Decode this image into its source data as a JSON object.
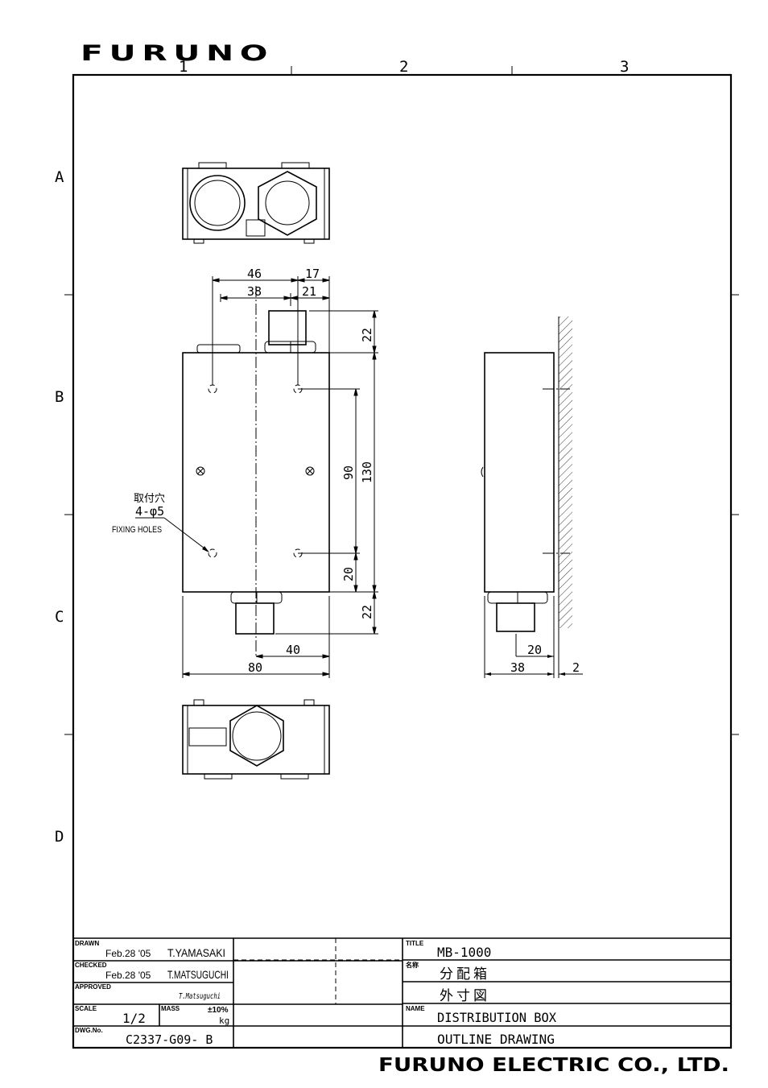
{
  "header": {
    "logo": "FURUNO",
    "columns": [
      "1",
      "2",
      "3"
    ],
    "rows": [
      "A",
      "B",
      "C",
      "D"
    ]
  },
  "dimensions": {
    "top_46": "46",
    "top_17": "17",
    "top_38": "38",
    "top_21": "21",
    "right_22_top": "22",
    "right_130": "130",
    "right_90": "90",
    "right_20": "20",
    "right_22_bottom": "22",
    "bottom_40": "40",
    "bottom_80": "80",
    "side_20": "20",
    "side_38": "38",
    "side_2": "2"
  },
  "fixing_holes": {
    "jp_label": "取付穴",
    "spec": "4-φ5",
    "en_label": "FIXING HOLES"
  },
  "title_block": {
    "drawn_label": "DRAWN",
    "drawn_date": "Feb.28 '05",
    "drawn_name": "T.YAMASAKI",
    "checked_label": "CHECKED",
    "checked_date": "Feb.28 '05",
    "checked_name": "T.MATSUGUCHI",
    "approved_label": "APPROVED",
    "approved_sign": "T.Matsuguchi",
    "scale_label": "SCALE",
    "scale_value": "1/2",
    "mass_label": "MASS",
    "mass_tol": "±10%",
    "mass_unit": "kg",
    "dwgno_label": "DWG.No.",
    "dwgno_value": "C2337-G09- B",
    "title_label": "TITLE",
    "title_value": "MB-1000",
    "jp_name_label": "名称",
    "jp_name_1": "分配箱",
    "jp_name_2": "外寸図",
    "name_label": "NAME",
    "name_1": "DISTRIBUTION BOX",
    "name_2": "OUTLINE DRAWING"
  },
  "footer": {
    "company": "FURUNO ELECTRIC CO., LTD."
  }
}
